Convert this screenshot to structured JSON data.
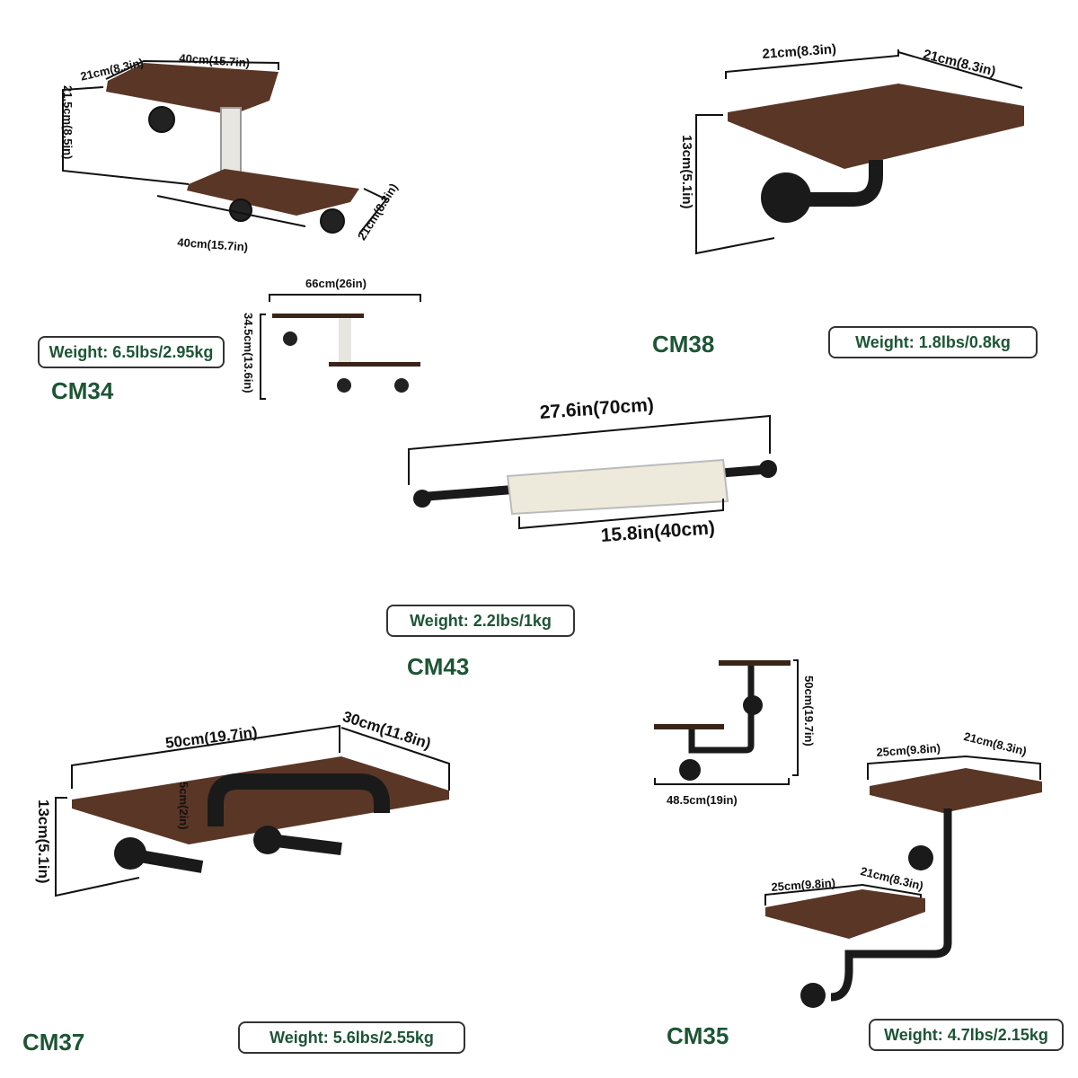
{
  "products": {
    "cm34": {
      "model": "CM34",
      "weight": "Weight: 6.5lbs/2.95kg",
      "dims": [
        "21cm(8.3in)",
        "40cm(15.7in)",
        "21.5cm(8.5in)",
        "21cm(8.3in)",
        "40cm(15.7in)",
        "66cm(26in)",
        "34.5cm(13.6in)"
      ]
    },
    "cm38": {
      "model": "CM38",
      "weight": "Weight: 1.8lbs/0.8kg",
      "dims": [
        "21cm(8.3in)",
        "21cm(8.3in)",
        "13cm(5.1in)"
      ]
    },
    "cm43": {
      "model": "CM43",
      "weight": "Weight: 2.2lbs/1kg",
      "dims": [
        "27.6in(70cm)",
        "15.8in(40cm)"
      ]
    },
    "cm37": {
      "model": "CM37",
      "weight": "Weight: 5.6lbs/2.55kg",
      "dims": [
        "50cm(19.7in)",
        "30cm(11.8in)",
        "13cm(5.1in)",
        "5cm(2in)"
      ]
    },
    "cm35": {
      "model": "CM35",
      "weight": "Weight: 4.7lbs/2.15kg",
      "dims": [
        "50cm(19.7in)",
        "48.5cm(19in)",
        "25cm(9.8in)",
        "21cm(8.3in)",
        "25cm(9.8in)",
        "21cm(8.3in)"
      ]
    }
  },
  "colors": {
    "model_text": "#1d5535",
    "wood": "#5a3626",
    "pipe": "#1a1a1a",
    "rope": "#eeeadb"
  }
}
